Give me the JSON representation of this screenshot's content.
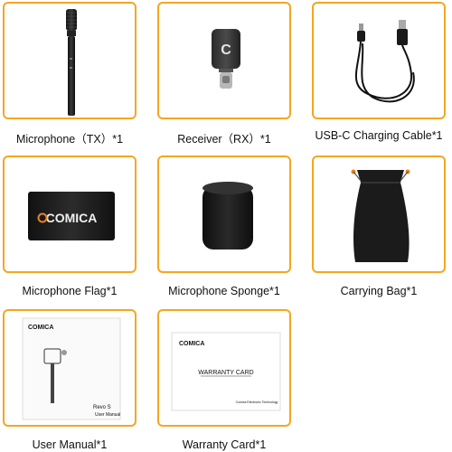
{
  "items": [
    {
      "label": "Microphone（TX）*1"
    },
    {
      "label": "Receiver（RX）*1"
    },
    {
      "label": "USB-C Charging Cable*1"
    },
    {
      "label": "Microphone Flag*1",
      "logo": "COMICA"
    },
    {
      "label": "Microphone Sponge*1"
    },
    {
      "label": "Carrying Bag*1"
    },
    {
      "label": "User Manual*1",
      "brand": "COMICA",
      "model": "Revo S",
      "subtitle": "User Manual"
    },
    {
      "label": "Warranty Card*1",
      "brand": "COMICA",
      "title": "WARRANTY CARD",
      "company": "Comica Electronic Technology"
    }
  ],
  "colors": {
    "border": "#f5a623",
    "logo_accent": "#e8821e"
  }
}
